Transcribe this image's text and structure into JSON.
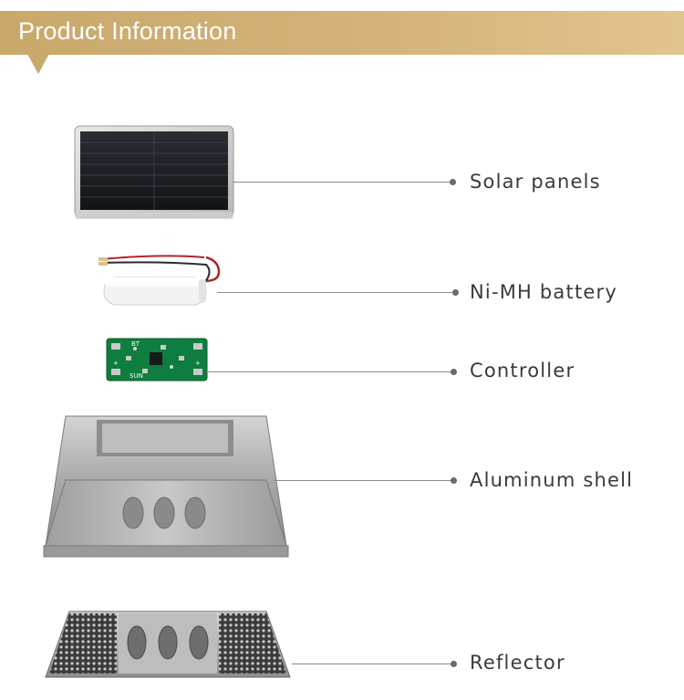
{
  "header": {
    "title": "Product Information"
  },
  "parts": [
    {
      "label": "Solar panels"
    },
    {
      "label": "Ni-MH battery"
    },
    {
      "label": "Controller"
    },
    {
      "label": "Aluminum shell"
    },
    {
      "label": "Reflector"
    }
  ],
  "colors": {
    "header": "#c9a86b",
    "header_text": "#ffffff",
    "label_text": "#3a3a3a",
    "leader": "#8a8a8a"
  }
}
